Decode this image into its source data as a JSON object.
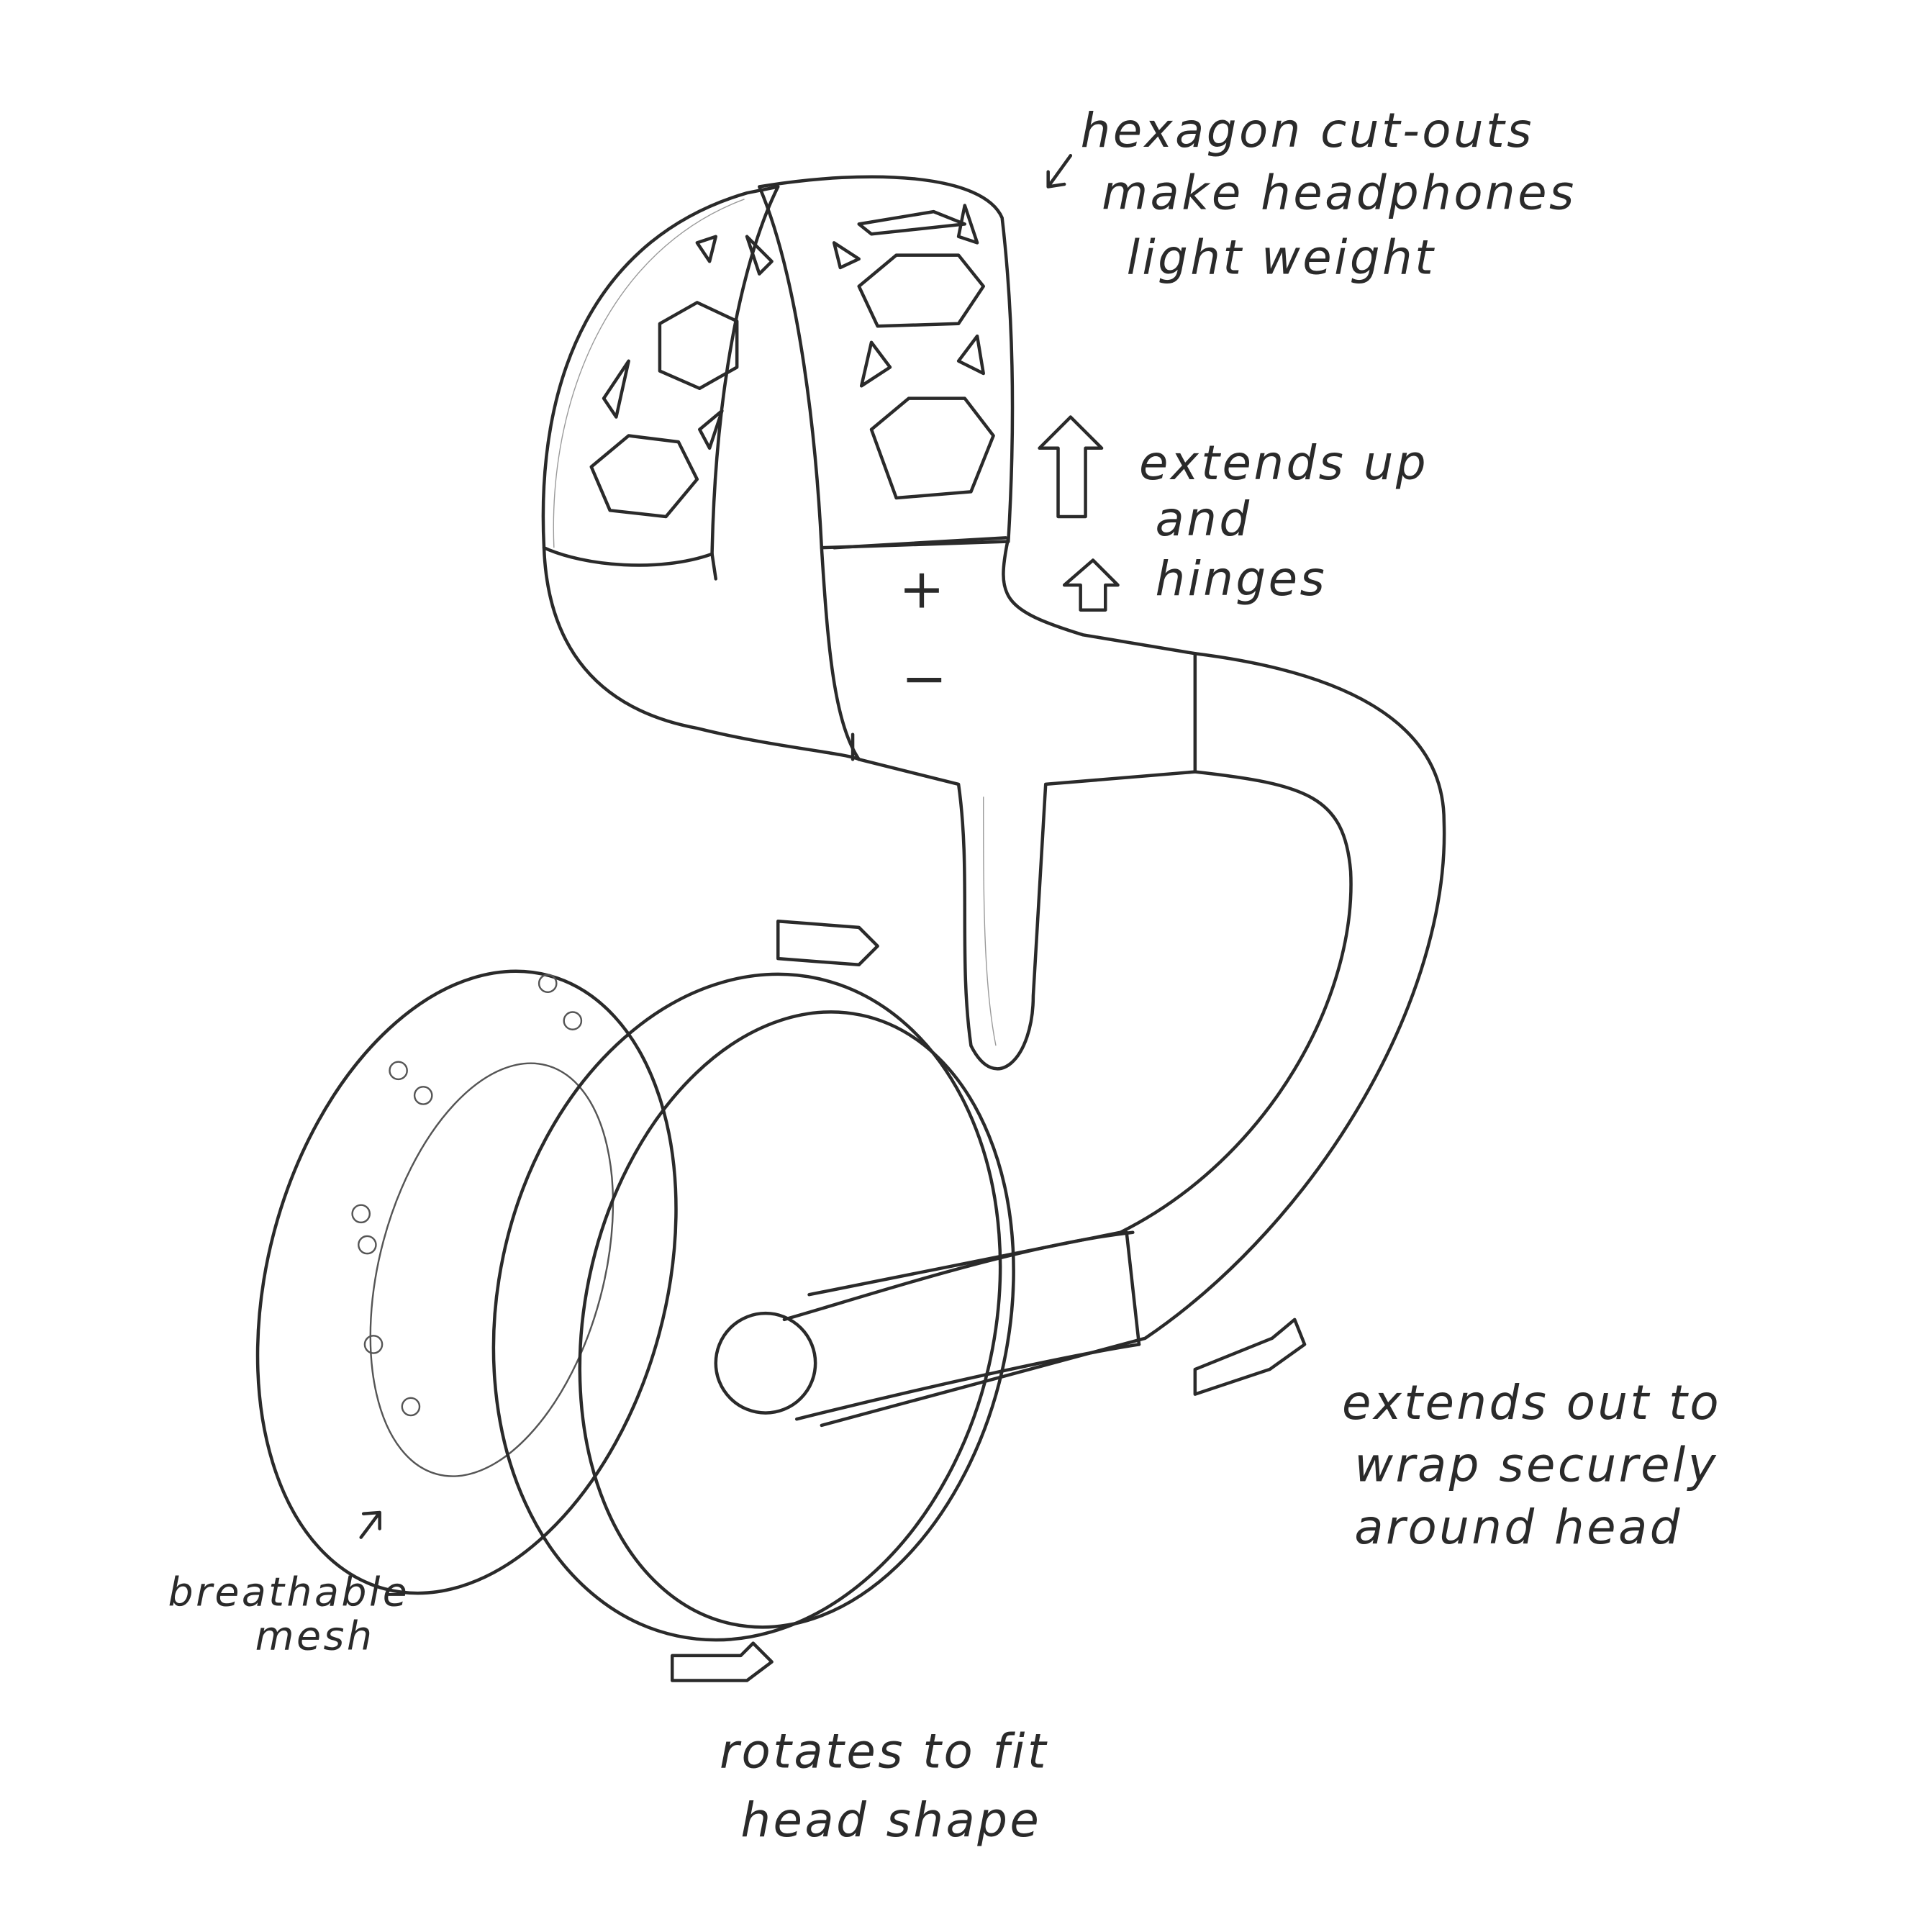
{
  "annotations": {
    "hexagon": [
      "hexagon cut-outs",
      "make headphones",
      "light weight"
    ],
    "extends_up": [
      "extends up",
      "and",
      "hinges"
    ],
    "extends_out": [
      "extends out to",
      "wrap securely",
      "around head"
    ],
    "mesh": [
      "breathable",
      "mesh"
    ],
    "rotates": [
      "rotates to fit",
      "head shape"
    ]
  },
  "buttons": {
    "plus": "+",
    "minus": "−"
  },
  "colors": {
    "ink": "#2a2a2a",
    "paper": "#ffffff"
  }
}
